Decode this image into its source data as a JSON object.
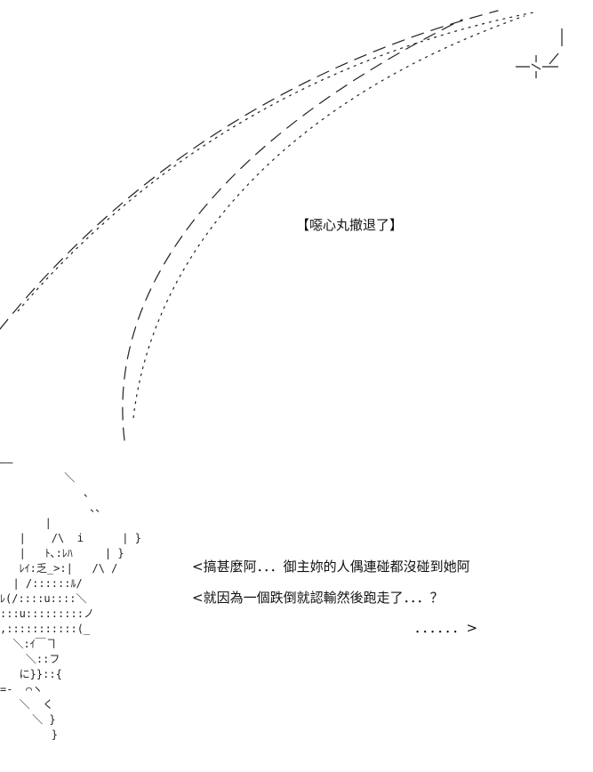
{
  "caption": "【噁心丸撤退了】",
  "dialogue": {
    "line1": "<搞甚麼阿．．．御主妳的人偶連碰都沒碰到她阿",
    "line2": "<就因為一個跌倒就認輸然後跑走了．．．？",
    "line3": "．．．．．．>"
  },
  "ascii_art": "——\n          ＼\n             、\n              、、\n       |           \n   |    /\\  i      | }\n   |   ﾄ､:ﾚﾊ     | }\n   ﾚｲ:乏_>:|   /\\ /\n  | /::::::ﾙ/\nﾚ(/::::u::::＼\n:::u:::::::::ノ\n,:::::::::::(_\n  ＼:ｲ￣ヿ\n    ＼::フ\n   に}}::{\n=-  ⌒ヽ\n   ＼  く\n     ＼ }\n        }"
}
